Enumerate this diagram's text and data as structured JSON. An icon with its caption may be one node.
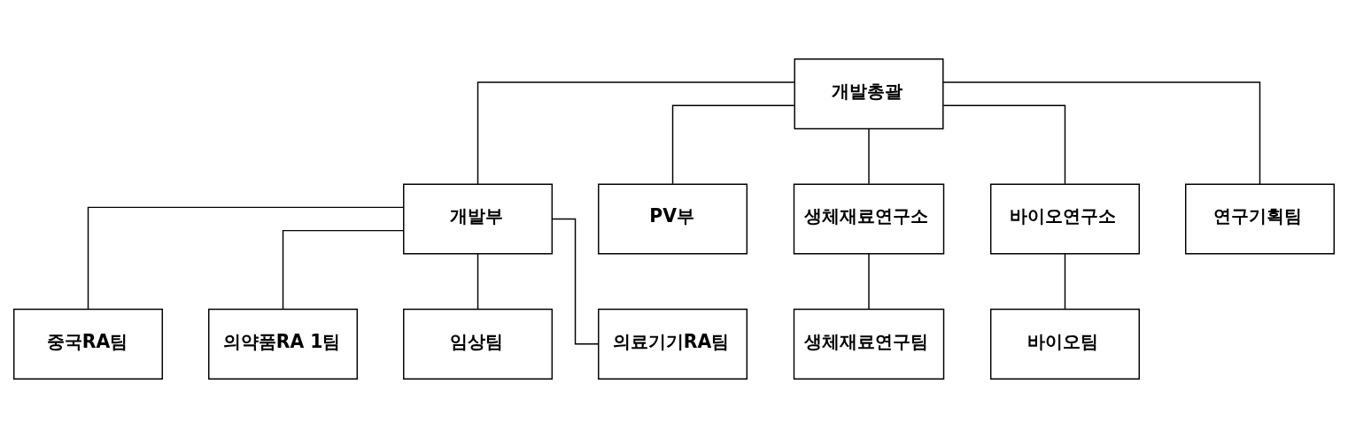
{
  "diagram": {
    "nodes": [
      {
        "text": [
          "개발총괄"
        ]
      },
      {
        "text": [
          "개발부"
        ]
      },
      {
        "text": [
          "PV부"
        ]
      },
      {
        "text": [
          "생체재료연구소"
        ]
      },
      {
        "text": [
          "바이오연구소"
        ]
      },
      {
        "text": [
          "연구기획팀"
        ]
      },
      {
        "text": [
          "중국RA팀"
        ]
      },
      {
        "text": [
          "의약품RA 1팀"
        ]
      },
      {
        "text": [
          "임상팀"
        ]
      },
      {
        "text": [
          "의료기기RA팀"
        ]
      },
      {
        "text": [
          "생체재료연구팀"
        ]
      },
      {
        "text": [
          "바이오팀"
        ]
      }
    ],
    "edges": [
      {
        "from": 0,
        "to": 1,
        "arrow": "none"
      },
      {
        "from": 0,
        "to": 2,
        "arrow": "none"
      },
      {
        "from": 0,
        "to": 3,
        "arrow": "none"
      },
      {
        "from": 0,
        "to": 4,
        "arrow": "none"
      },
      {
        "from": 0,
        "to": 5,
        "arrow": "none"
      },
      {
        "from": 1,
        "to": 6,
        "arrow": "none"
      },
      {
        "from": 1,
        "to": 7,
        "arrow": "none"
      },
      {
        "from": 1,
        "to": 8,
        "arrow": "none"
      },
      {
        "from": 1,
        "to": 9,
        "arrow": "none"
      },
      {
        "from": 3,
        "to": 10,
        "arrow": "none"
      },
      {
        "from": 4,
        "to": 11,
        "arrow": "none"
      }
    ]
  }
}
